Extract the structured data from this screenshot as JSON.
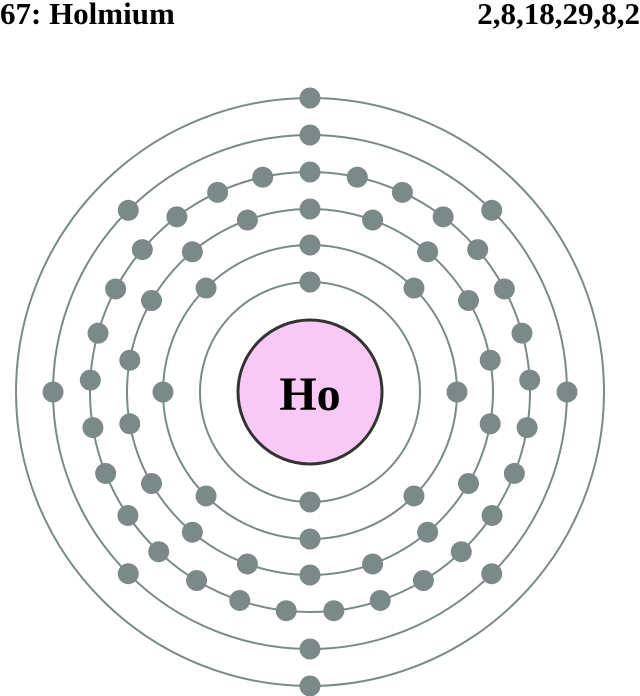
{
  "header": {
    "title": "67: Holmium",
    "configuration": "2,8,18,29,8,2"
  },
  "atom": {
    "symbol": "Ho",
    "shell_electrons": [
      2,
      8,
      18,
      29,
      8,
      2
    ]
  },
  "colors": {
    "nucleus_fill": "#f9c9f6",
    "nucleus_stroke": "#333333",
    "shell_stroke": "#7c8989",
    "electron_fill": "#7c8989",
    "text": "#000000"
  }
}
